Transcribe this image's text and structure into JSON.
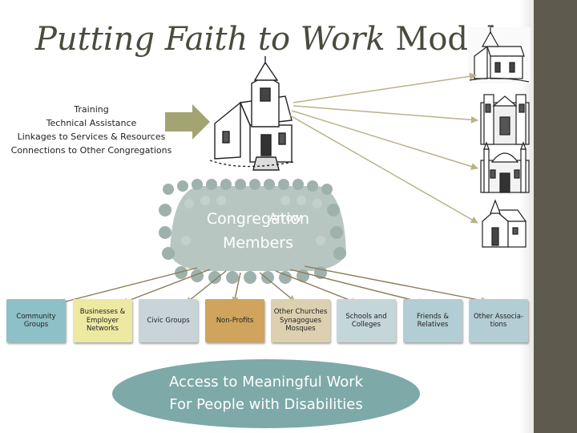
{
  "title": {
    "italic": "Putting Faith to Work",
    "rest": " Model"
  },
  "inputs": [
    "Training",
    "Technical Assistance",
    "Linkages to Services & Resources",
    "Connections to Other Congregations"
  ],
  "congregation": {
    "line1": "Congregation",
    "line2": "Members",
    "overlay": "Arrow"
  },
  "targets": [
    {
      "label": "Community Groups",
      "color": "#8dc0c7"
    },
    {
      "label": "Businesses & Employer Networks",
      "color": "#eee9a2"
    },
    {
      "label": "Civic Groups",
      "color": "#c8d4d8"
    },
    {
      "label": "Non-Profits",
      "color": "#d0a45c"
    },
    {
      "label": "Other Churches Synagogues Mosques",
      "color": "#ddd0b0"
    },
    {
      "label": "Schools and Colleges",
      "color": "#c4d6d8"
    },
    {
      "label": "Friends & Relatives",
      "color": "#b3cdd4"
    },
    {
      "label": "Other Associa-tions",
      "color": "#b3cdd4"
    }
  ],
  "outcome": {
    "line1": "Access to Meaningful Work",
    "line2": "For People with Disabilities"
  },
  "colors": {
    "accent": "#a3a472",
    "sidebar": "#5e5a4e",
    "oval": "#7da9a8",
    "arrow": "#b9b287"
  }
}
